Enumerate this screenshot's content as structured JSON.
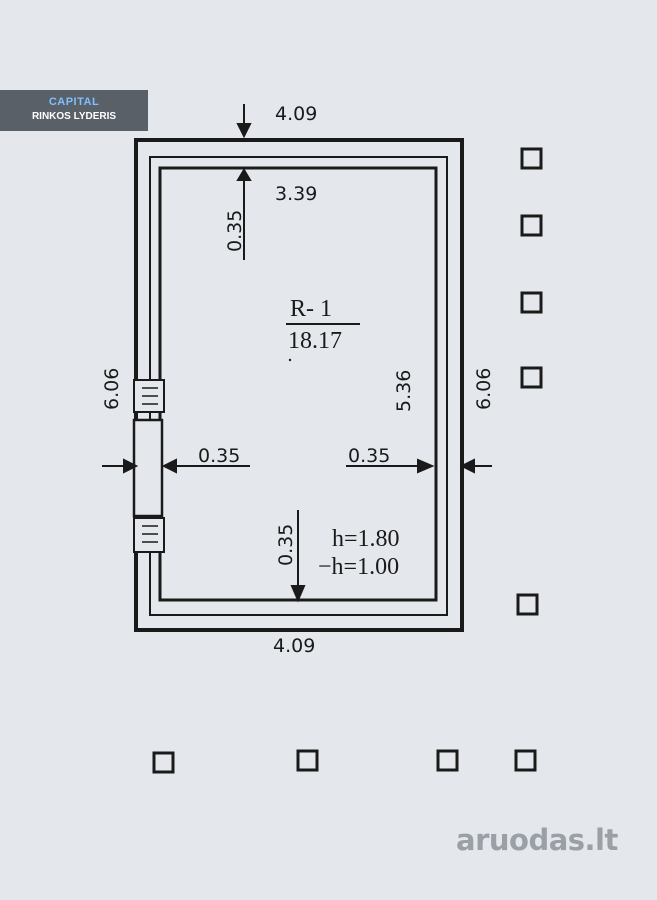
{
  "branding": {
    "brand": "CAPITAL",
    "tagline": "RINKOS LYDERIS"
  },
  "watermark": "aruodas.lt",
  "plan": {
    "room_id": "R- 1",
    "room_area": "18.17",
    "height_1": "h=1.80",
    "height_2": "−h=1.00",
    "dims": {
      "outer_top": "4.09",
      "inner_top": "3.39",
      "wall_top": "0.35",
      "outer_left": "6.06",
      "outer_right": "6.06",
      "inner_right": "5.36",
      "wall_left": "0.35",
      "wall_right": "0.35",
      "wall_bottom": "0.35",
      "outer_bottom": "4.09"
    }
  }
}
